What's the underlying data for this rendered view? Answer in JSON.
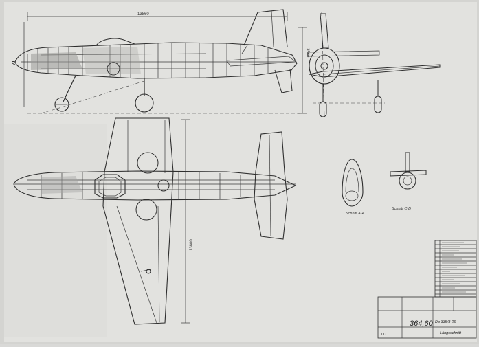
{
  "dimensions": {
    "span_length": "13860",
    "height": "3560",
    "wing_span": "13800"
  },
  "section_labels": {
    "section_a": "Schnitt A-A",
    "section_c": "Schnitt C-D"
  },
  "title_block": {
    "drawing_number": "Do 335/3-06",
    "sheet_title": "Längsschnitt",
    "handwritten": "364,60",
    "code": "LC"
  },
  "colors": {
    "paper": "#d9d9d7",
    "sheet": "#e2e2df",
    "ink": "#2e2e2e"
  }
}
